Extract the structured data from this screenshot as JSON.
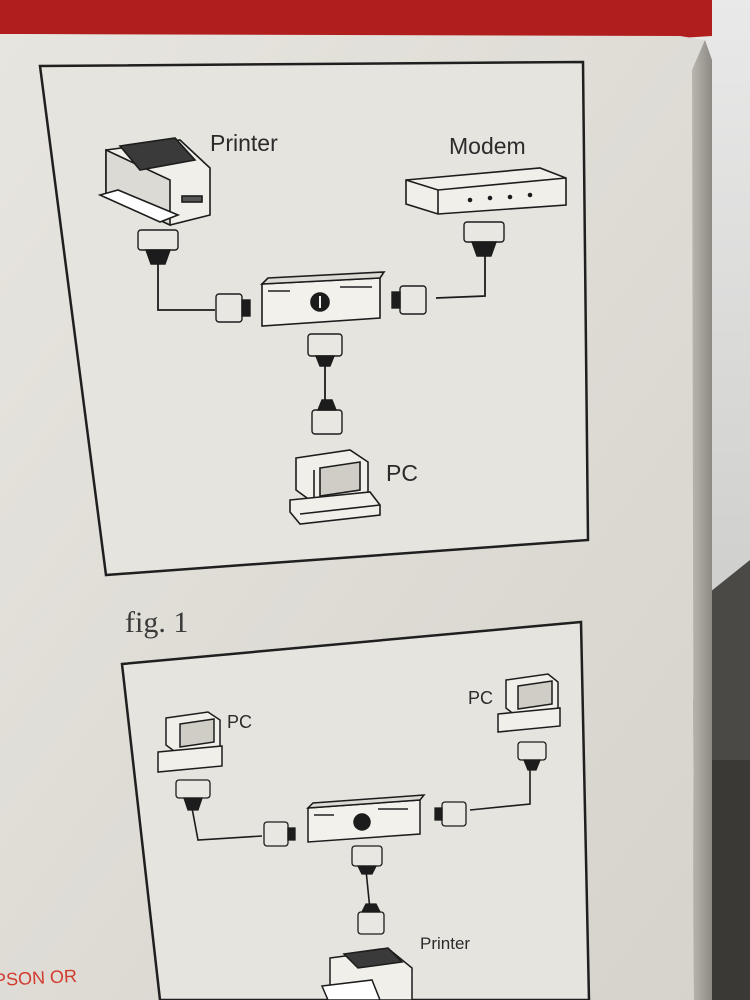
{
  "figure_top": {
    "labels": {
      "printer": "Printer",
      "modem": "Modem",
      "pc": "PC"
    }
  },
  "caption": "fig. 1",
  "figure_bottom": {
    "labels": {
      "pc_left": "PC",
      "pc_right": "PC",
      "printer": "Printer"
    }
  },
  "box_edge_text": "PSON OR",
  "colors": {
    "box_top": "#b01e1e",
    "panel_paper": "#e4e2dc",
    "line_art": "#1c1c1c",
    "red_print": "#d23a2e"
  }
}
